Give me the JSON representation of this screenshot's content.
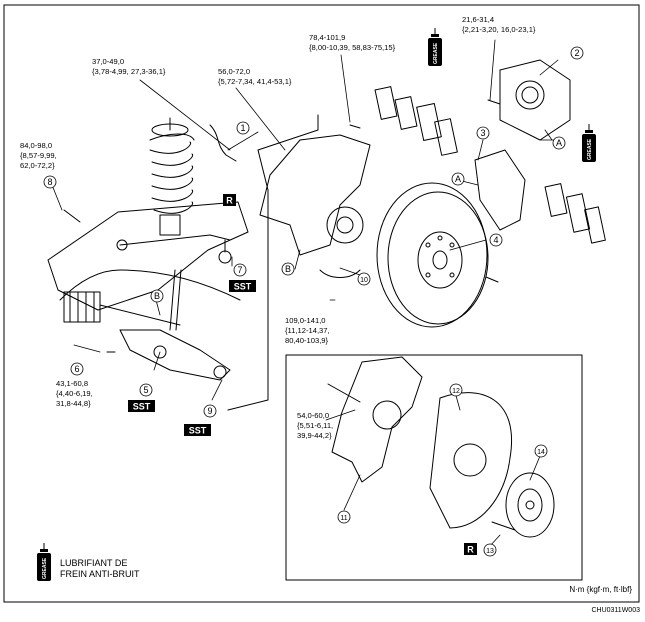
{
  "torques": {
    "t1": [
      "37,0-49,0",
      "{3,78-4,99, 27,3-36,1}"
    ],
    "t2": [
      "56,0-72,0",
      "{5,72-7,34, 41,4-53,1}"
    ],
    "t3": [
      "78,4-101,9",
      "{8,00-10,39, 58,83-75,15}"
    ],
    "t4": [
      "21,6-31,4",
      "{2,21-3,20, 16,0-23,1}"
    ],
    "t5": [
      "84,0-98,0",
      "{8,57-9,99,",
      "62,0-72,2}"
    ],
    "t6": [
      "43,1-60,8",
      "{4,40-6,19,",
      "31,8-44,8}"
    ],
    "t7": [
      "109,0-141,0",
      "{11,12-14,37,",
      "80,40-103,9}"
    ],
    "t8": [
      "54,0-60,0",
      "{5,51-6,11,",
      "39,9-44,2}"
    ]
  },
  "parts": [
    "1",
    "2",
    "3",
    "4",
    "5",
    "6",
    "7",
    "8",
    "9",
    "10",
    "11",
    "12",
    "13",
    "14"
  ],
  "letters": {
    "a": "A",
    "b": "B",
    "r": "R"
  },
  "sst": "SST",
  "grease": "GREASE",
  "legend": [
    "LUBRIFIANT DE",
    "FREIN ANTI-BRUIT"
  ],
  "units": "N·m {kgf·m, ft·lbf}",
  "code": "CHU0311W003"
}
